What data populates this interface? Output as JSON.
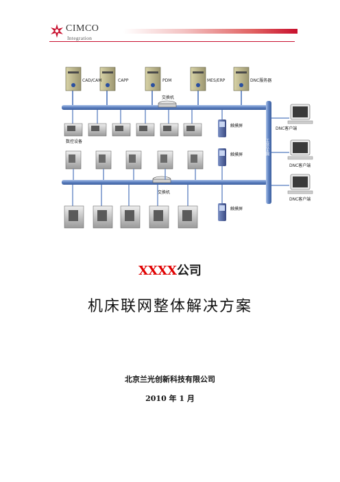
{
  "header": {
    "logo_text": "CIMCO",
    "logo_sub": "Integration",
    "brand_color": "#c8102e"
  },
  "diagram": {
    "servers": [
      "CAD/CAM",
      "CAPP",
      "PDM",
      "MES/ERP",
      "DNC服务器"
    ],
    "switch_top": "交换机",
    "switch_bottom": "交换机",
    "cnc_label": "数控设备",
    "touch_label": "触摸屏",
    "network_label": "工业以太网",
    "client_label": "DNC客户端"
  },
  "cover": {
    "company_prefix": "XXXX",
    "company_suffix": "公司",
    "title": "机床联网整体解决方案",
    "organization": "北京兰光创新科技有限公司",
    "date": "2010 年 1 月"
  },
  "colors": {
    "bus": "#5b7fbf",
    "title_red": "#e00000"
  }
}
